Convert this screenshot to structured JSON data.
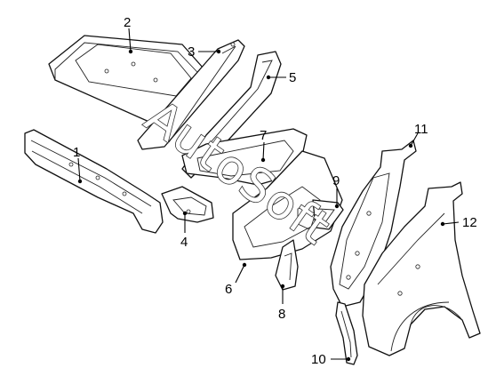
{
  "callouts": [
    "1",
    "2",
    "3",
    "4",
    "5",
    "6",
    "7",
    "8",
    "9",
    "10",
    "11",
    "12"
  ],
  "watermark": "AutoSoft"
}
